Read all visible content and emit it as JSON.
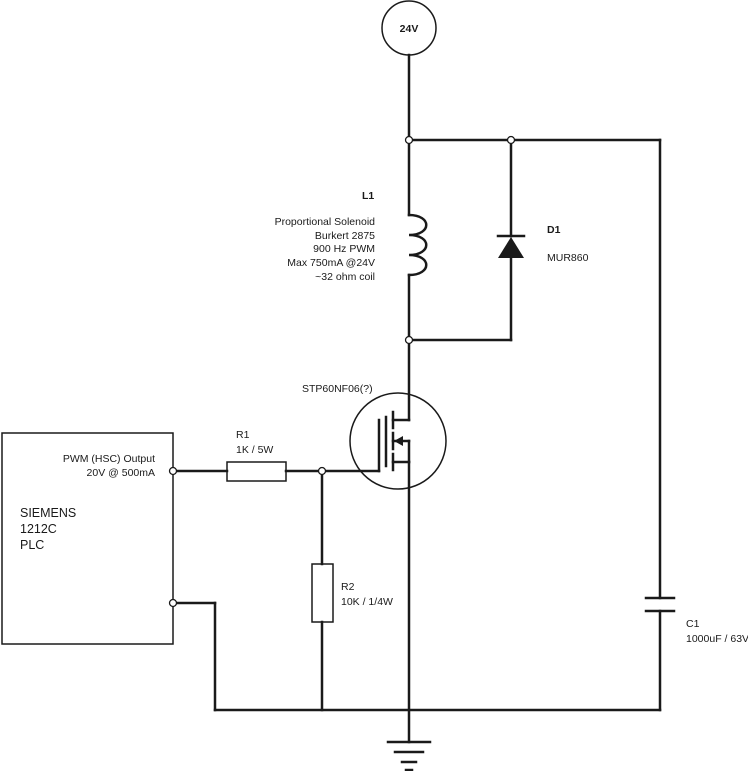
{
  "supply": {
    "label": "24V"
  },
  "inductor": {
    "ref": "L1",
    "lines": [
      "Proportional Solenoid",
      "Burkert 2875",
      "900 Hz PWM",
      "Max 750mA @24V",
      "~32 ohm coil"
    ]
  },
  "diode": {
    "ref": "D1",
    "part": "MUR860"
  },
  "mosfet": {
    "part": "STP60NF06(?)"
  },
  "r1": {
    "ref": "R1",
    "value": "1K / 5W"
  },
  "r2": {
    "ref": "R2",
    "value": "10K / 1/4W"
  },
  "c1": {
    "ref": "C1",
    "value": "1000uF / 63V"
  },
  "plc": {
    "name_lines": [
      "SIEMENS",
      "1212C",
      "PLC"
    ],
    "output_label": "PWM (HSC) Output",
    "output_rating": "20V @ 500mA"
  }
}
